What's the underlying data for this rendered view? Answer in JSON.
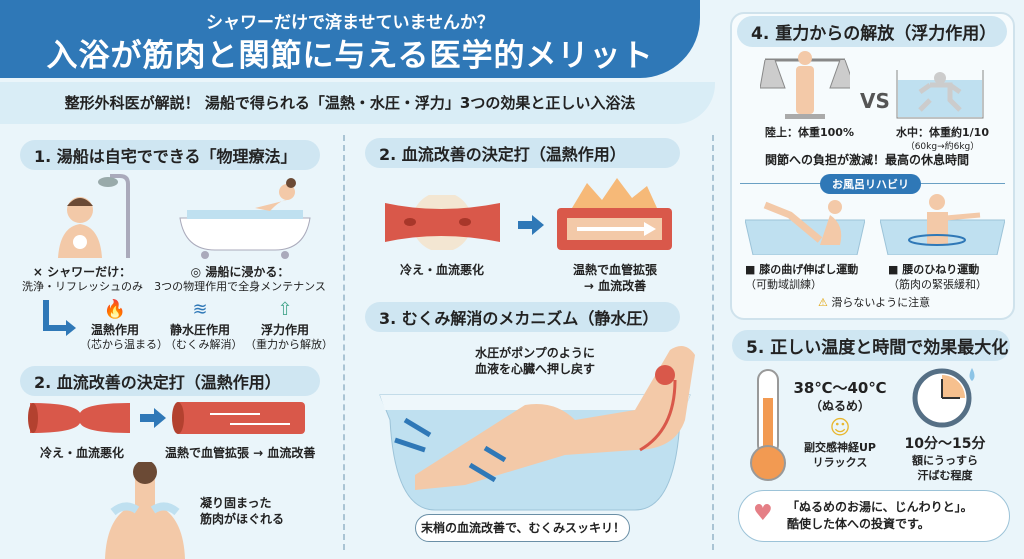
{
  "header": {
    "kicker": "シャワーだけで済ませていませんか？",
    "title": "入浴が筋肉と関節に与える医学的メリット",
    "subtitle": "整形外科医が解説！ 湯船で得られる「温熱・水圧・浮力」3つの効果と正しい入浴法"
  },
  "s1": {
    "heading": "1. 湯船は自宅でできる「物理療法」",
    "shower_title": "× シャワーだけ：",
    "shower_desc": "洗浄・リフレッシュのみ",
    "bath_title": "◎ 湯船に浸かる：",
    "bath_desc": "3つの物理作用で全身メンテナンス",
    "effects": [
      {
        "name": "温熱作用",
        "desc": "（芯から温まる）"
      },
      {
        "name": "静水圧作用",
        "desc": "（むくみ解消）"
      },
      {
        "name": "浮力作用",
        "desc": "（重力から解放）"
      }
    ]
  },
  "s2left": {
    "heading": "2. 血流改善の決定打（温熱作用）",
    "before": "冷え・血流悪化",
    "after": "温熱で血管拡張 → 血流改善",
    "shoulder_line1": "凝り固まった",
    "shoulder_line2": "筋肉がほぐれる"
  },
  "s2": {
    "heading": "2. 血流改善の決定打（温熱作用）",
    "before": "冷え・血流悪化",
    "after_line1": "温熱で血管拡張",
    "after_line2": "→ 血流改善"
  },
  "s3": {
    "heading": "3. むくみ解消のメカニズム（静水圧）",
    "note_line1": "水圧がポンプのように",
    "note_line2": "血液を心臓へ押し戻す",
    "callout": "末梢の血流改善で、むくみスッキリ！"
  },
  "s4": {
    "heading": "4. 重力からの解放（浮力作用）",
    "vs": "VS",
    "land": "陸上：体重100%",
    "water": "水中：体重約1/10",
    "water_example": "（60kg→約6kg）",
    "summary": "関節への負担が激減！最高の休息時間",
    "rehab_label": "お風呂リハビリ",
    "ex1_title": "■ 膝の曲げ伸ばし運動",
    "ex1_desc": "（可動域訓練）",
    "ex2_title": "■ 腰のひねり運動",
    "ex2_desc": "（筋肉の緊張緩和）",
    "caution": "滑らないように注意"
  },
  "s5": {
    "heading": "5. 正しい温度と時間で効果最大化",
    "temp": "38℃〜40℃",
    "temp_note": "（ぬるめ）",
    "temp_effect1": "副交感神経UP",
    "temp_effect2": "リラックス",
    "time": "10分〜15分",
    "time_note1": "額にうっすら",
    "time_note2": "汗ばむ程度",
    "quote_line1": "「ぬるめのお湯に、じんわりと」。",
    "quote_line2": "酷使した体への投資です。"
  },
  "colors": {
    "primary": "#2f78b7",
    "pill": "#cfe6f2",
    "vessel": "#d9584a",
    "skin": "#f3c9a8",
    "water": "#bfe0f0",
    "orange": "#f29a52"
  }
}
